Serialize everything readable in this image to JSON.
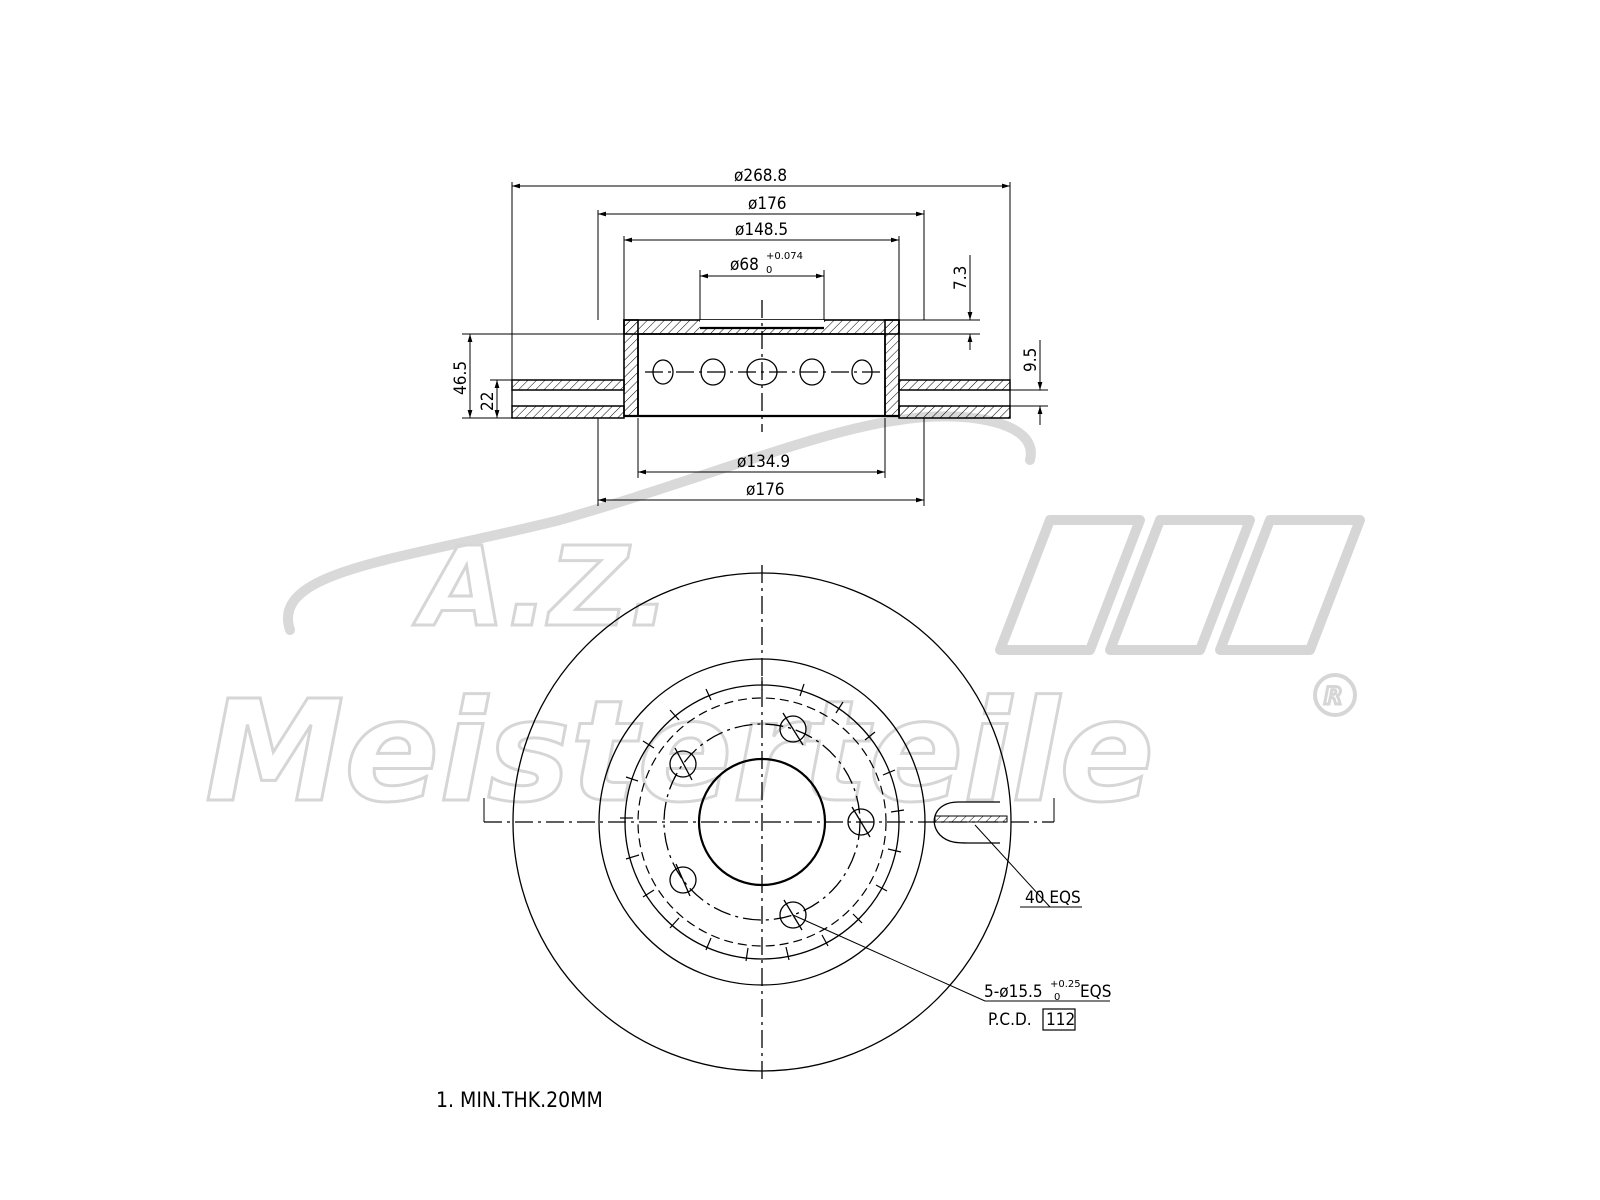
{
  "watermark": {
    "brand_top": "A.Z.",
    "brand_bottom": "Meisterteile",
    "registered_mark": "R"
  },
  "dimensions": {
    "outer_diameter": "ø268.8",
    "top_d176": "ø176",
    "d148": "ø148.5",
    "bore_main": "ø68",
    "bore_tol_upper": "+0.074",
    "bore_tol_lower": "0",
    "offset_73": "7.3",
    "thickness_95": "9.5",
    "height_465": "46.5",
    "thickness_22": "22",
    "d134": "ø134.9",
    "bottom_d176": "ø176"
  },
  "notes": {
    "vanes": "40 EQS",
    "holes_main": "5-ø15.5",
    "holes_tol_upper": "+0.25",
    "holes_tol_lower": "0",
    "holes_suffix": "EQS",
    "pcd_label": "P.C.D.",
    "pcd_value": "112",
    "min_thickness": "1. MIN.THK.20MM"
  }
}
